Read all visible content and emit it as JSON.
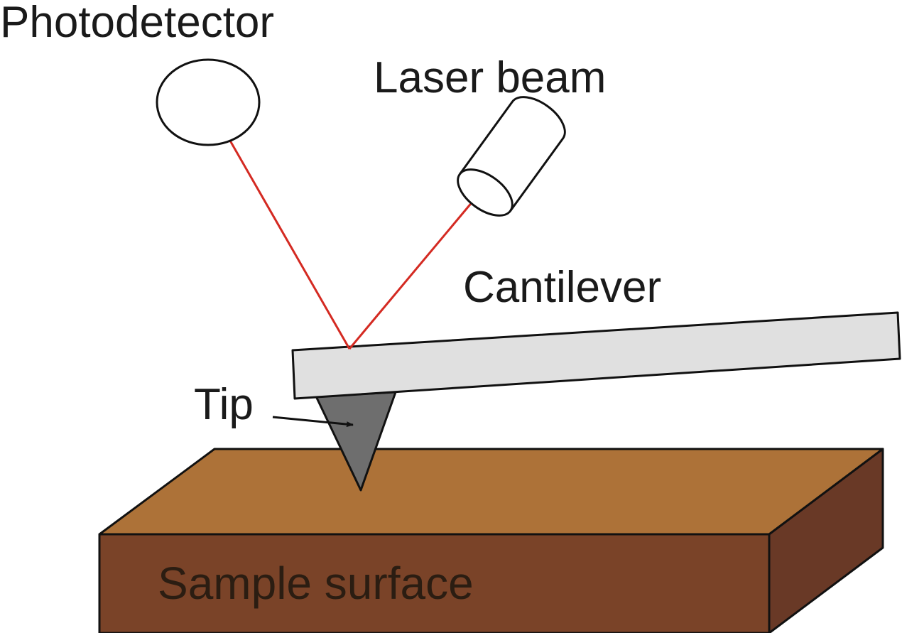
{
  "labels": {
    "photodetector": "Photodetector",
    "laser_beam": "Laser beam",
    "cantilever": "Cantilever",
    "tip": "Tip",
    "sample_surface": "Sample surface"
  },
  "colors": {
    "beam": "#d42a22",
    "cantilever_fill": "#e0e0e0",
    "tip_fill": "#6e6e6e",
    "sample_top": "#ad7238",
    "sample_front": "#7a4328",
    "sample_side": "#693926",
    "outline": "#111111"
  }
}
